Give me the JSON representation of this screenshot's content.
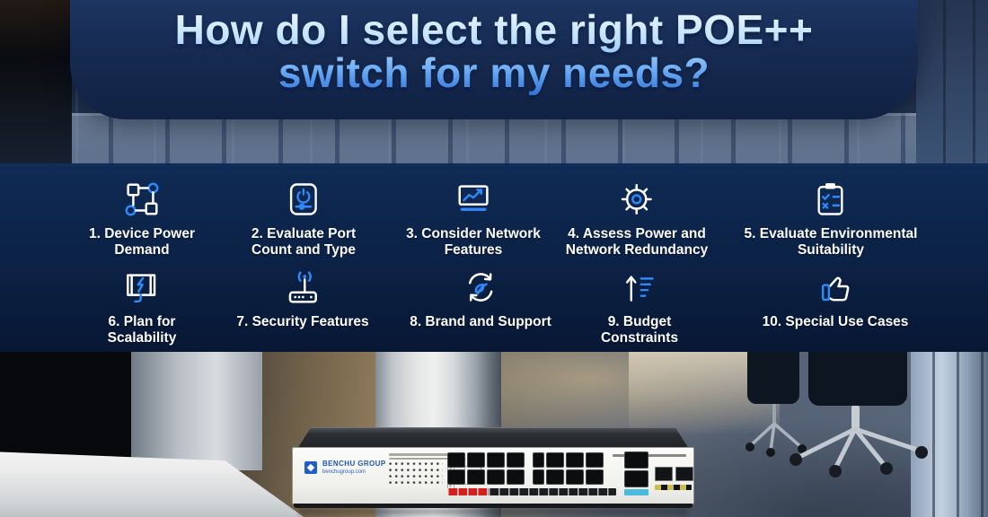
{
  "title": {
    "line1": "How do I select the right POE++",
    "line2": "switch for my needs?"
  },
  "steps": [
    {
      "icon": "device-power-topology-icon",
      "line1": "1. Device Power",
      "line2": "Demand"
    },
    {
      "icon": "port-count-icon",
      "line1": "2. Evaluate Port",
      "line2": "Count and Type"
    },
    {
      "icon": "network-features-icon",
      "line1": "3. Consider Network",
      "line2": "Features"
    },
    {
      "icon": "redundancy-gear-icon",
      "line1": "4. Assess Power and",
      "line2": "Network Redundancy"
    },
    {
      "icon": "environment-checklist-icon",
      "line1": "5. Evaluate Environmental",
      "line2": "Suitability"
    },
    {
      "icon": "scalability-power-icon",
      "line1": "6. Plan for",
      "line2": "Scalability"
    },
    {
      "icon": "security-router-icon",
      "line1": "7. Security Features",
      "line2": ""
    },
    {
      "icon": "brand-support-icon",
      "line1": "8. Brand and Support",
      "line2": ""
    },
    {
      "icon": "budget-icon",
      "line1": "9. Budget",
      "line2": "Constraints"
    },
    {
      "icon": "special-use-thumb-icon",
      "line1": "10. Special Use Cases",
      "line2": ""
    }
  ],
  "switch": {
    "brand": "BENCHU GROUP",
    "website": "benchugroup.com",
    "rj45_port_count": 16,
    "uplink_port_count": 2,
    "sfp_port_count": 2
  },
  "colors": {
    "accent_blue": "#2f88f8",
    "banner_navy": "#16294e",
    "band_navy": "#0d2a55",
    "title_gradient_top": "#d9eefc",
    "title_gradient_bottom": "#2f73da",
    "uplink_label_cyan": "#49b9dc",
    "port_label_red": "#d41f1f",
    "sfp_label_yellow": "#cdbd4e"
  }
}
